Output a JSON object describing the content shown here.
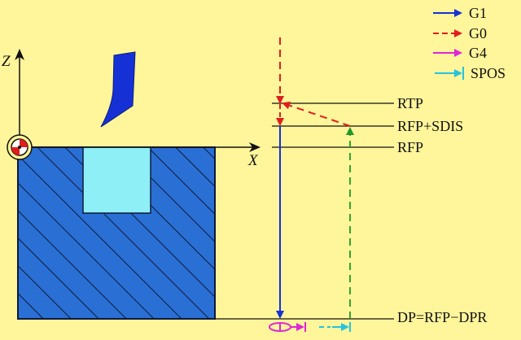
{
  "legend": [
    {
      "label": "G1",
      "color": "#1531D6",
      "style": "solid"
    },
    {
      "label": "G0",
      "color": "#E01E1E",
      "style": "dashed"
    },
    {
      "label": "G4",
      "color": "#E025D8",
      "style": "solid"
    },
    {
      "label": "SPOS",
      "color": "#22C4E0",
      "style": "solid-bar"
    }
  ],
  "axes": {
    "z_label": "Z",
    "x_label": "X"
  },
  "levels": {
    "rtp": "RTP",
    "rfp_sdis": "RFP+SDIS",
    "rfp": "RFP",
    "dp": "DP=RFP−DPR"
  },
  "colors": {
    "background": "#FFF59A",
    "workpiece": "#2A6FD3",
    "hatch": "#0C1A3D",
    "pocket": "#8EEFF6",
    "tool": "#1531D6",
    "g1": "#1531D6",
    "g0": "#E01E1E",
    "g0_return": "#1F9A2A",
    "g4": "#E025D8",
    "spos": "#22C4E0"
  },
  "icons": {
    "origin": "origin-symbol-icon",
    "tool": "cutting-tool-icon"
  }
}
